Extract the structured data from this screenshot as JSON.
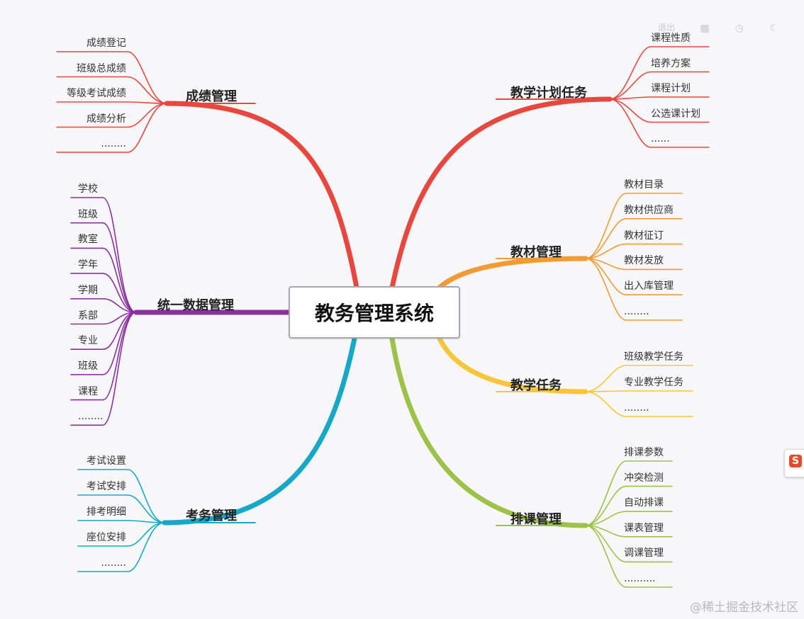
{
  "center": "教务管理系统",
  "colors": {
    "red": "#e8473f",
    "purple": "#8c2fa0",
    "blue": "#17a8c9",
    "orange": "#f39a33",
    "yellow": "#f7c53a",
    "green": "#9cc24a"
  },
  "toolbar": {
    "exit_label": "退出",
    "icons": [
      "keyboard-icon",
      "clock-icon",
      "moon-icon"
    ]
  },
  "branches": [
    {
      "id": "grades",
      "label": "成绩管理",
      "color": "red",
      "side": "left",
      "leaves": [
        "成绩登记",
        "班级总成绩",
        "等级考试成绩",
        "成绩分析",
        "........"
      ]
    },
    {
      "id": "unified-data",
      "label": "统一数据管理",
      "color": "purple",
      "side": "left",
      "leaves": [
        "学校",
        "班级",
        "教室",
        "学年",
        "学期",
        "系部",
        "专业",
        "班级",
        "课程",
        "........"
      ]
    },
    {
      "id": "exams",
      "label": "考务管理",
      "color": "blue",
      "side": "left",
      "leaves": [
        "考试设置",
        "考试安排",
        "排考明细",
        "座位安排",
        "........"
      ]
    },
    {
      "id": "teaching-plan",
      "label": "教学计划任务",
      "color": "red",
      "side": "right",
      "leaves": [
        "课程性质",
        "培养方案",
        "课程计划",
        "公选课计划",
        "......"
      ]
    },
    {
      "id": "textbooks",
      "label": "教材管理",
      "color": "orange",
      "side": "right",
      "leaves": [
        "教材目录",
        "教材供应商",
        "教材征订",
        "教材发放",
        "出入库管理",
        "........"
      ]
    },
    {
      "id": "teaching-tasks",
      "label": "教学任务",
      "color": "yellow",
      "side": "right",
      "leaves": [
        "班级教学任务",
        "专业教学任务",
        "........"
      ]
    },
    {
      "id": "scheduling",
      "label": "排课管理",
      "color": "green",
      "side": "right",
      "leaves": [
        "排课参数",
        "冲突检测",
        "自动排课",
        "课表管理",
        "调课管理",
        ".........."
      ]
    }
  ],
  "watermark": "@稀土掘金技术社区"
}
